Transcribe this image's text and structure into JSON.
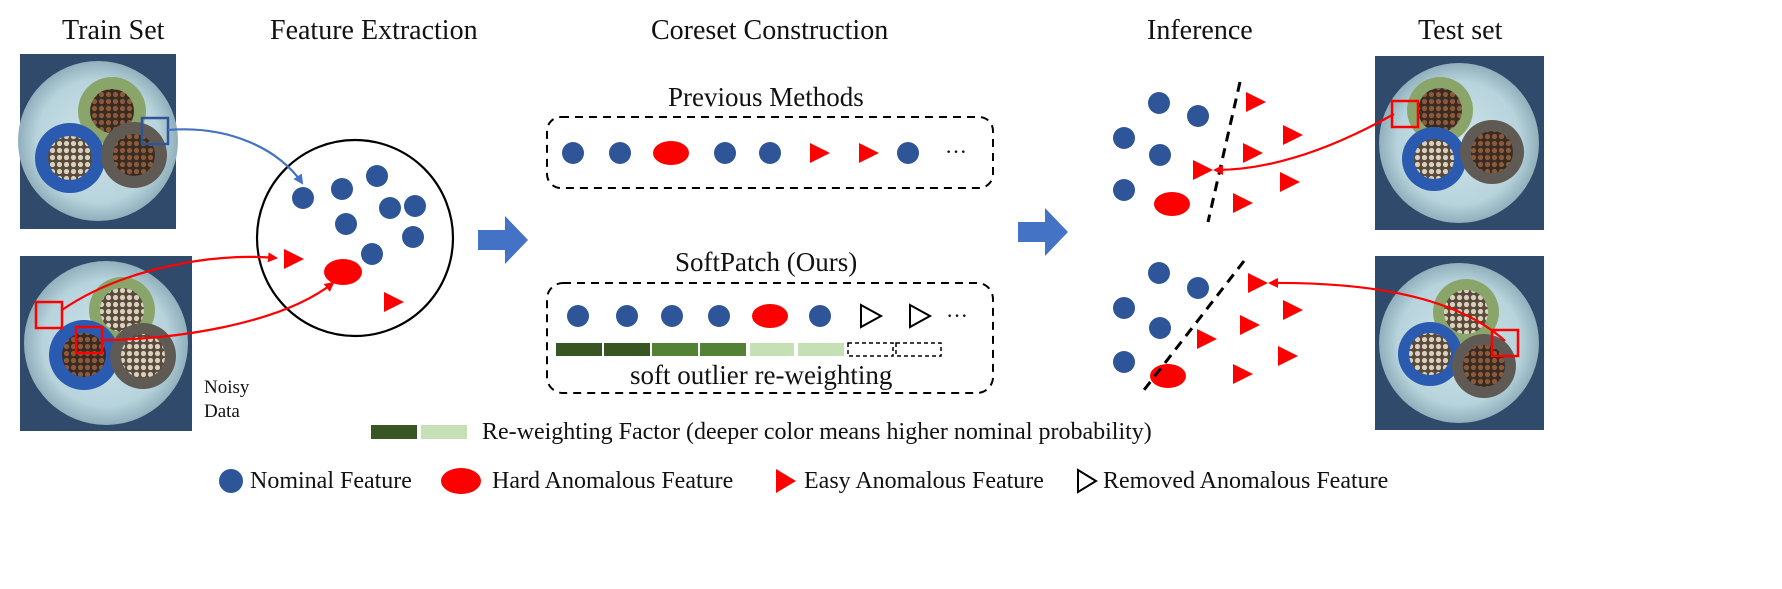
{
  "headers": {
    "train_set": "Train Set",
    "feature_extraction": "Feature Extraction",
    "coreset_construction": "Coreset Construction",
    "inference": "Inference",
    "test_set": "Test set"
  },
  "coreset": {
    "previous_title": "Previous Methods",
    "softpatch_title": "SoftPatch (Ours)",
    "ellipsis": "···",
    "reweight_caption": "soft outlier re-weighting"
  },
  "noisy_label_line1": "Noisy",
  "noisy_label_line2": "Data",
  "reweighting_legend": "Re-weighting Factor (deeper color means higher nominal probability)",
  "legend": {
    "nominal": "Nominal Feature",
    "hard": "Hard Anomalous Feature",
    "easy": "Easy Anomalous Feature",
    "removed": "Removed Anomalous Feature"
  },
  "colors": {
    "nominal": "#2e5597",
    "anomaly": "#ff0000",
    "arrow_blue": "#4472c4",
    "green_dark": "#375623",
    "green_mid": "#548235",
    "green_light": "#c5e0b4"
  }
}
